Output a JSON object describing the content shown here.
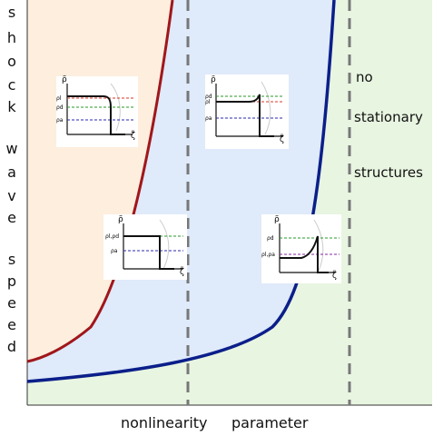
{
  "y_label_letters": [
    "s",
    "h",
    "o",
    "c",
    "k",
    "w",
    "a",
    "v",
    "e",
    "s",
    "p",
    "e",
    "e",
    "d"
  ],
  "x_label": {
    "word1": "nonlinearity",
    "word2": "parameter"
  },
  "region_label": {
    "line1": "no",
    "line2": "stationary",
    "line3": "structures"
  },
  "inset_text": {
    "axis_rho": "ρ̃",
    "axis_zeta": "ζ̃",
    "rho_l": "ρl",
    "rho_d": "ρd",
    "rho_a": "ρa",
    "rho_l_rho_d": "ρl,ρd",
    "rho_l_rho_a": "ρl,ρa"
  },
  "colors": {
    "left_region": "#fdeede",
    "middle_region": "#dfeafa",
    "right_region": "#e8f5e1",
    "left_curve": "#a0171b",
    "right_curve": "#0b1f8a",
    "dashed_divider": "#777777",
    "inset_red": "#d9382a",
    "inset_green": "#2a9a2a",
    "inset_blue": "#2a2ab0"
  }
}
